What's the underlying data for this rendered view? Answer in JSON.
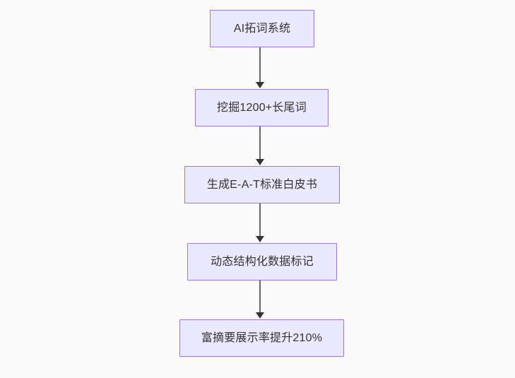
{
  "diagram": {
    "type": "flowchart",
    "direction": "top-to-bottom",
    "background_color": "#fafafa",
    "node_fill_color": "#ebe9fd",
    "node_border_color": "#9d76dd",
    "node_text_color": "#333333",
    "edge_color": "#666666",
    "arrowhead_color": "#333333",
    "nodes": [
      {
        "id": "n1",
        "label": "AI拓词系统"
      },
      {
        "id": "n2",
        "label": "挖掘1200+长尾词"
      },
      {
        "id": "n3",
        "label": "生成E-A-T标准白皮书"
      },
      {
        "id": "n4",
        "label": "动态结构化数据标记"
      },
      {
        "id": "n5",
        "label": "富摘要展示率提升210%"
      }
    ],
    "edges": [
      {
        "from": "n1",
        "to": "n2",
        "label": ""
      },
      {
        "from": "n2",
        "to": "n3",
        "label": ""
      },
      {
        "from": "n3",
        "to": "n4",
        "label": ""
      },
      {
        "from": "n4",
        "to": "n5",
        "label": ""
      }
    ]
  }
}
